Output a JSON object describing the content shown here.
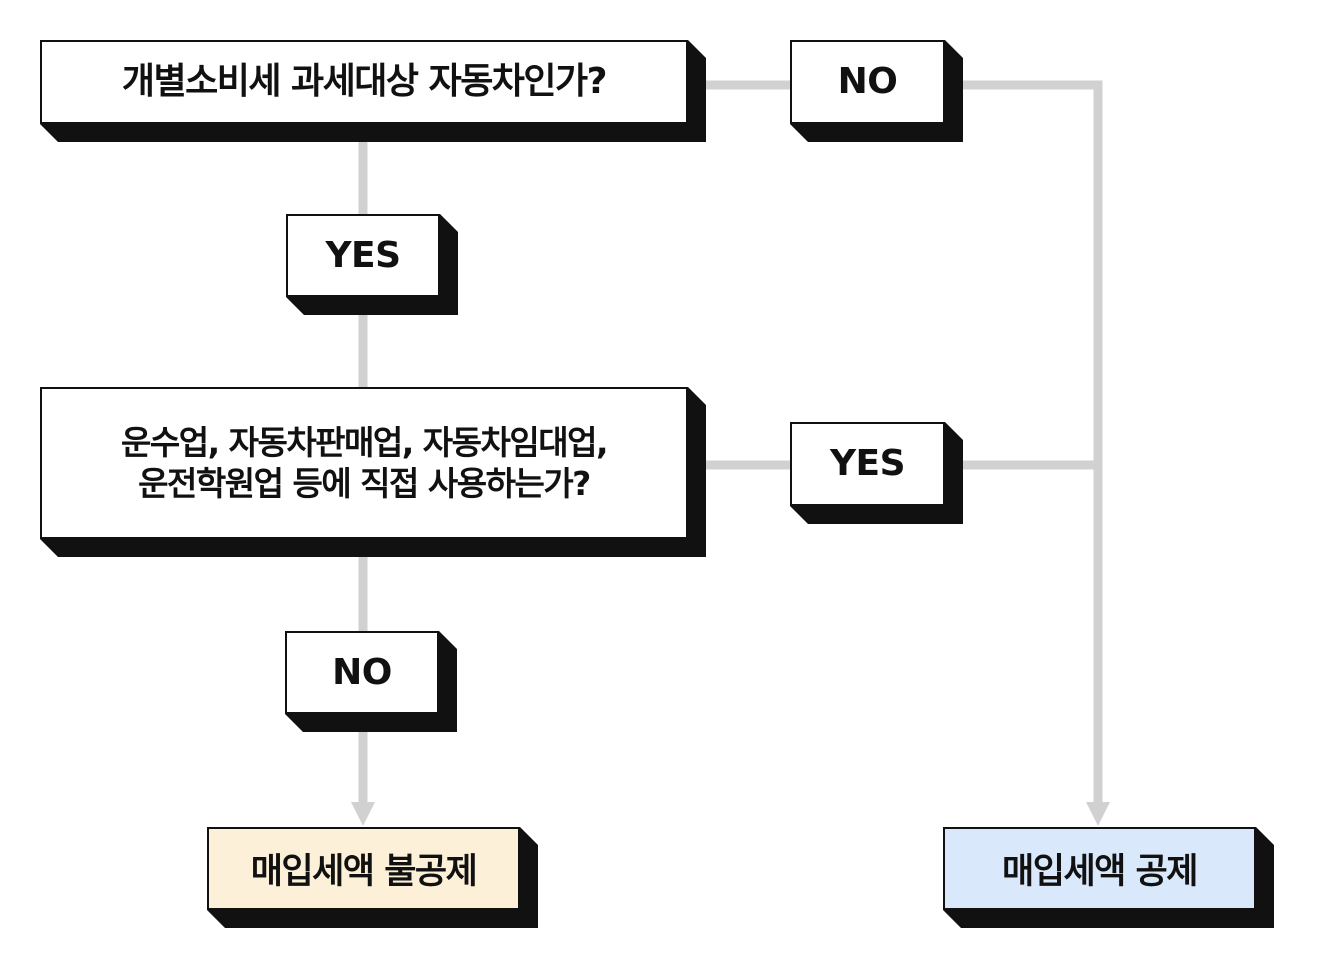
{
  "colors": {
    "connector": "#d1d1d1",
    "box_border": "#111111",
    "box_shadow": "#111111",
    "box_fill": "#ffffff",
    "not_deductible_fill": "#fdf0d8",
    "deductible_fill": "#d9e9fb"
  },
  "question1": {
    "text": "개별소비세 과세대상 자동차인가?"
  },
  "question2": {
    "line1": "운수업, 자동차판매업, 자동차임대업,",
    "line2": "운전학원업 등에 직접 사용하는가?"
  },
  "labels": {
    "q1_no": "NO",
    "q1_yes": "YES",
    "q2_yes": "YES",
    "q2_no": "NO"
  },
  "results": {
    "not_deductible": "매입세액 불공제",
    "deductible": "매입세액 공제"
  }
}
